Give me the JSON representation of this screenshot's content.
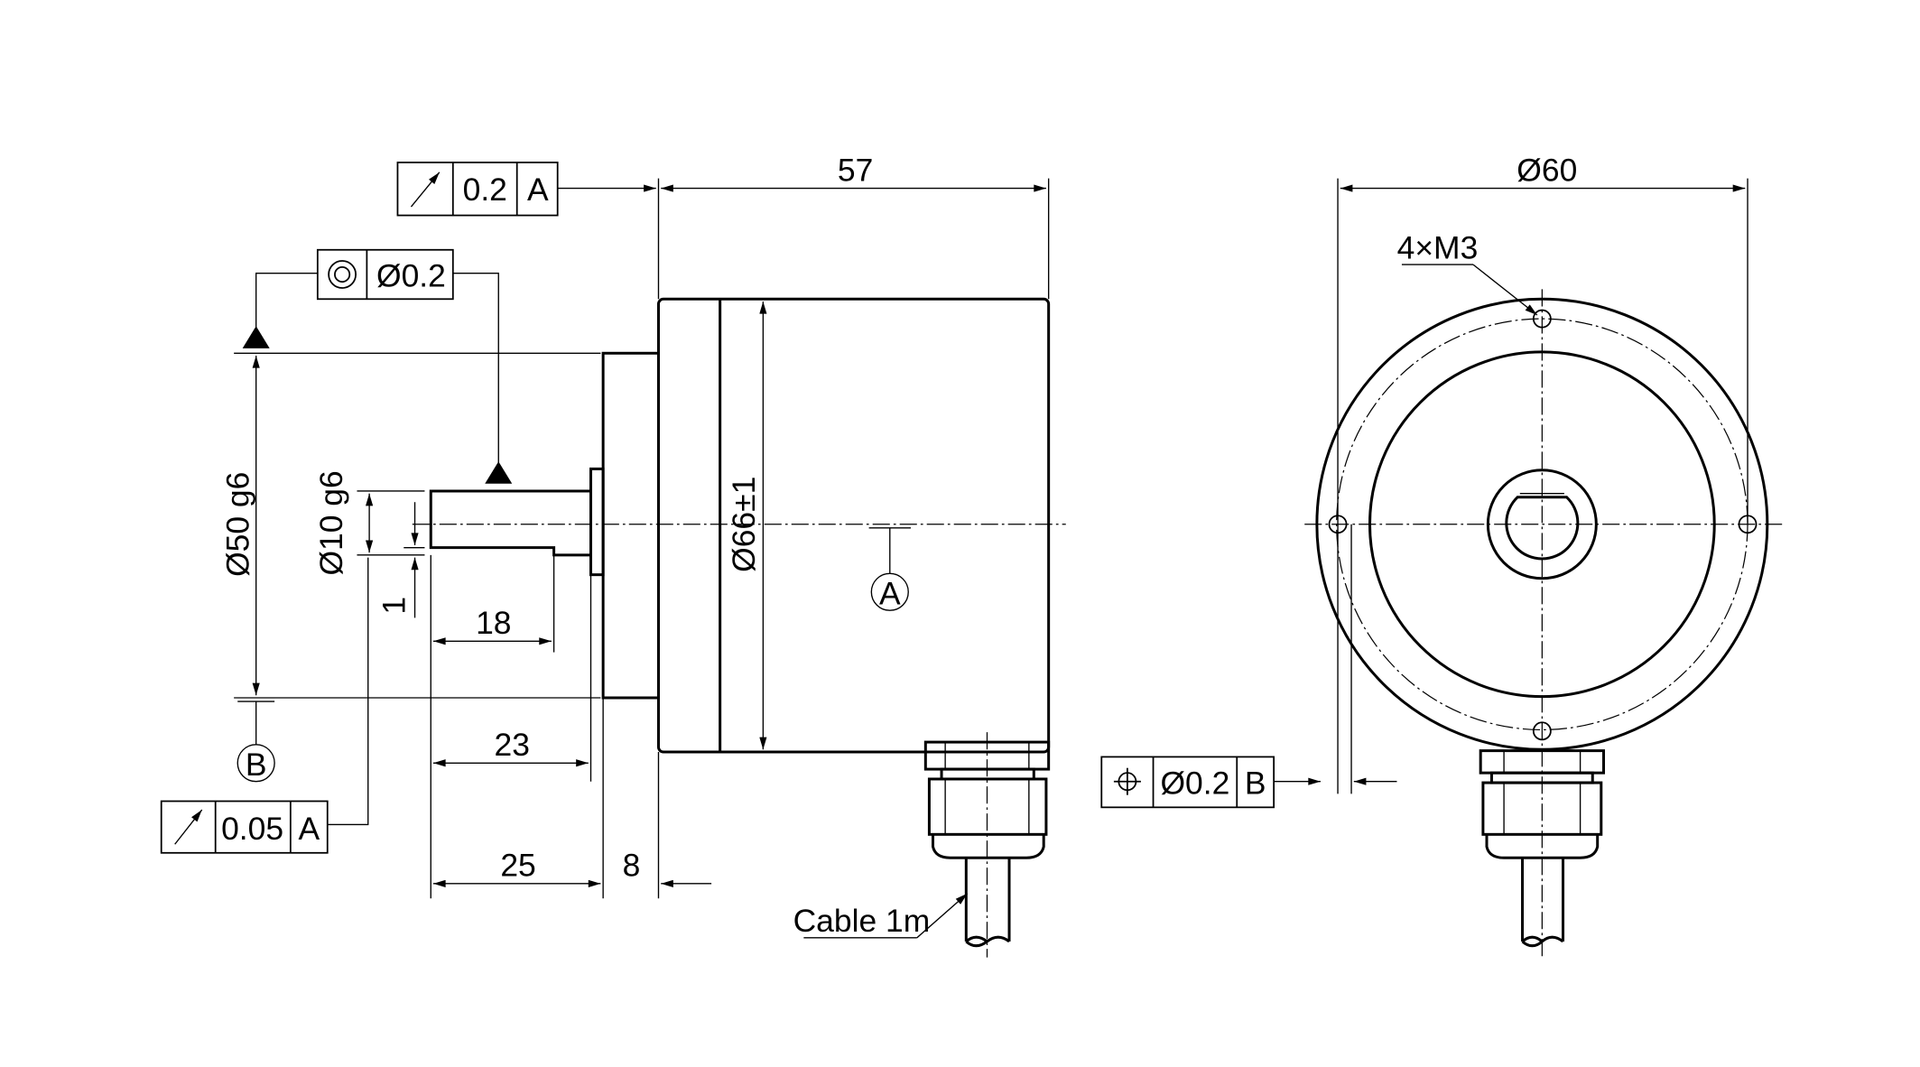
{
  "side_view": {
    "dim_length": "57",
    "dim_body_diameter": "Ø66±1",
    "dim_flange_diameter": "Ø50 g6",
    "dim_shaft_diameter": "Ø10 g6",
    "dim_flat_depth": "1",
    "dim_flat_length": "18",
    "dim_shaft_to_hub": "23",
    "dim_shaft_length": "25",
    "dim_flange_depth": "8",
    "datum_a": "A",
    "datum_b": "B",
    "cable_label": "Cable 1m",
    "fcf_runout_top": {
      "tolerance": "0.2",
      "datum": "A"
    },
    "fcf_concentricity": {
      "tolerance": "Ø0.2"
    },
    "fcf_runout_bottom": {
      "tolerance": "0.05",
      "datum": "A"
    }
  },
  "front_view": {
    "dim_bolt_circle": "Ø60",
    "holes_label": "4×M3",
    "fcf_position": {
      "tolerance": "Ø0.2",
      "datum": "B"
    }
  }
}
